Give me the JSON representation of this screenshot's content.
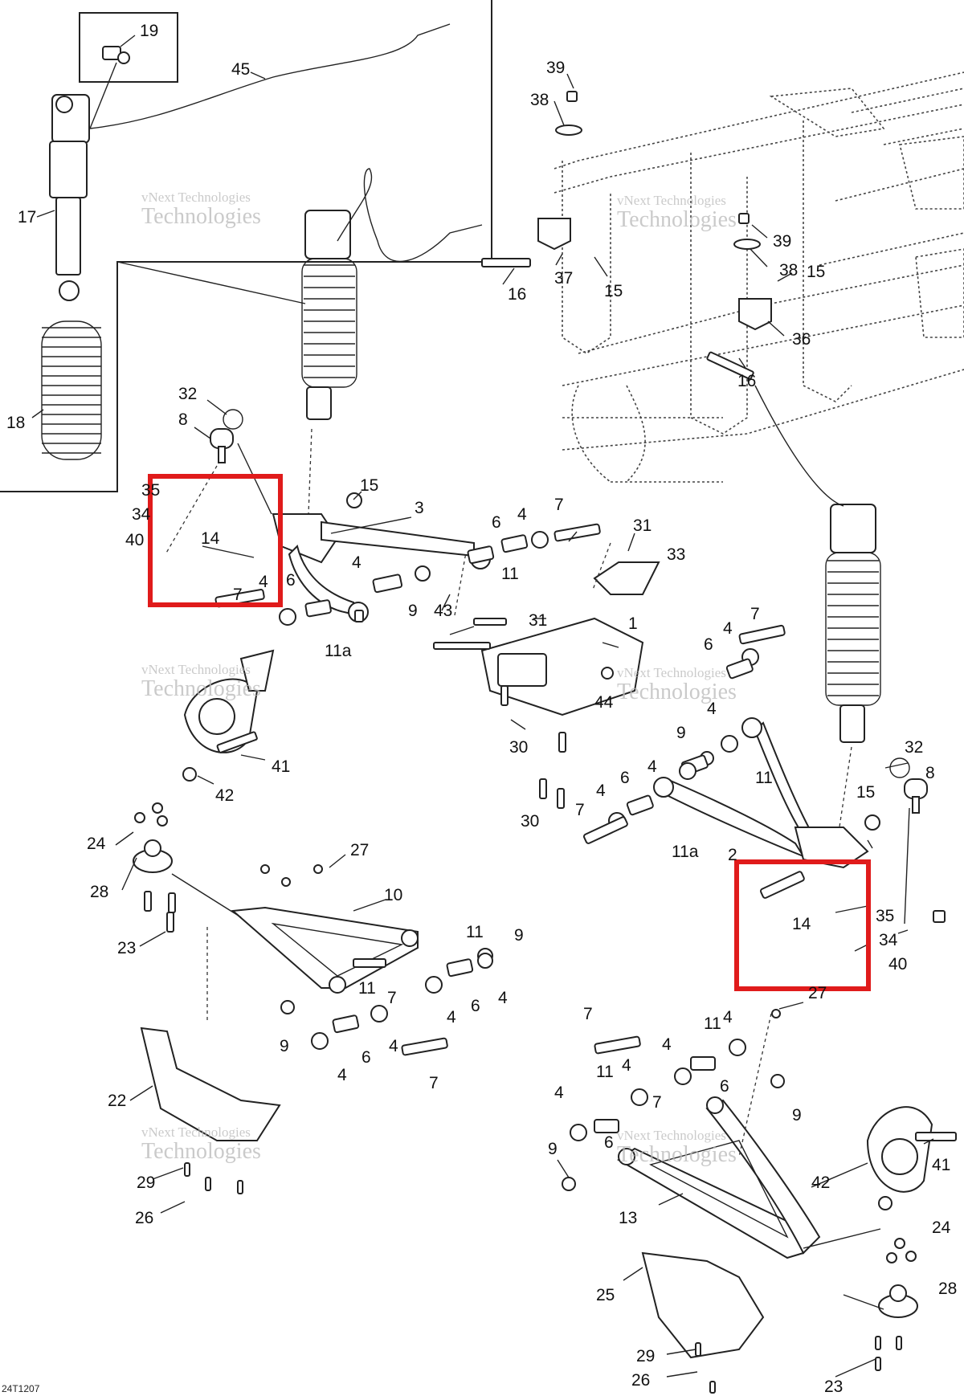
{
  "diagram_ref": "24T1207",
  "watermark": {
    "line1": "vNext Technologies",
    "line2": "Technologies"
  },
  "highlight_color": "#e01b1b",
  "callouts": {
    "c19": "19",
    "c45": "45",
    "c17": "17",
    "c18": "18",
    "c39a": "39",
    "c38a": "38",
    "c39b": "39",
    "c38b": "38",
    "c16a": "16",
    "c37": "37",
    "c15a": "15",
    "c15b": "15",
    "c36": "36",
    "c16b": "16",
    "c32a": "32",
    "c8a": "8",
    "c35a": "35",
    "c34a": "34",
    "c40a": "40",
    "c14a": "14",
    "c15c": "15",
    "c3": "3",
    "c6a": "6",
    "c4a": "4",
    "c7a": "7",
    "c31a": "31",
    "c33": "33",
    "c4b": "4",
    "c11a": "11",
    "c4c": "4",
    "c6b": "6",
    "c9a": "9",
    "c7b": "7",
    "c11aa": "11a",
    "c43": "43",
    "c31b": "31",
    "c1": "1",
    "c44": "44",
    "c30a": "30",
    "c30b": "30",
    "c7c": "7",
    "c6c": "6",
    "c4d": "4",
    "c4e": "4",
    "c9b": "9",
    "c4f": "4",
    "c11b": "11",
    "c4g": "4",
    "c6d": "6",
    "c7d": "7",
    "c11ab": "11a",
    "c2": "2",
    "c32b": "32",
    "c8b": "8",
    "c15d": "15",
    "c14b": "14",
    "c35b": "35",
    "c34b": "34",
    "c40b": "40",
    "c41a": "41",
    "c42a": "42",
    "c24a": "24",
    "c28a": "28",
    "c27a": "27",
    "c23a": "23",
    "c10": "10",
    "c9c": "9",
    "c11c": "11",
    "c11d": "11",
    "c7e": "7",
    "c6e": "6",
    "c4h": "4",
    "c4i": "4",
    "c9d": "9",
    "c4j": "4",
    "c6f": "6",
    "c4k": "4",
    "c7f": "7",
    "c22": "22",
    "c29a": "29",
    "c26a": "26",
    "c27b": "27",
    "c7g": "7",
    "c11e": "11",
    "c4l": "4",
    "c4m": "4",
    "c11f": "11",
    "c4n": "4",
    "c6g": "6",
    "c9e": "9",
    "c4o": "4",
    "c7h": "7",
    "c6h": "6",
    "c9f": "9",
    "c13": "13",
    "c42b": "42",
    "c41b": "41",
    "c24b": "24",
    "c28b": "28",
    "c25": "25",
    "c29b": "29",
    "c26b": "26",
    "c23b": "23"
  }
}
